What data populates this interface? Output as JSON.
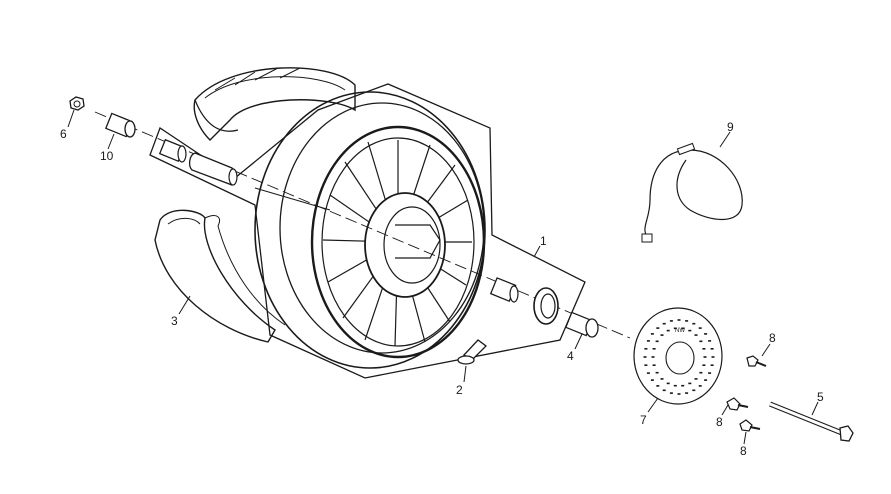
{
  "diagram": {
    "callouts": [
      "1",
      "2",
      "3",
      "4",
      "5",
      "6",
      "7",
      "8",
      "9",
      "10"
    ],
    "callout_8_repeats": [
      "8",
      "8",
      "8"
    ],
    "disc_marking": "NW"
  },
  "colors": {
    "line": "#1a1a1a",
    "background": "#ffffff",
    "fill": "#ffffff"
  }
}
